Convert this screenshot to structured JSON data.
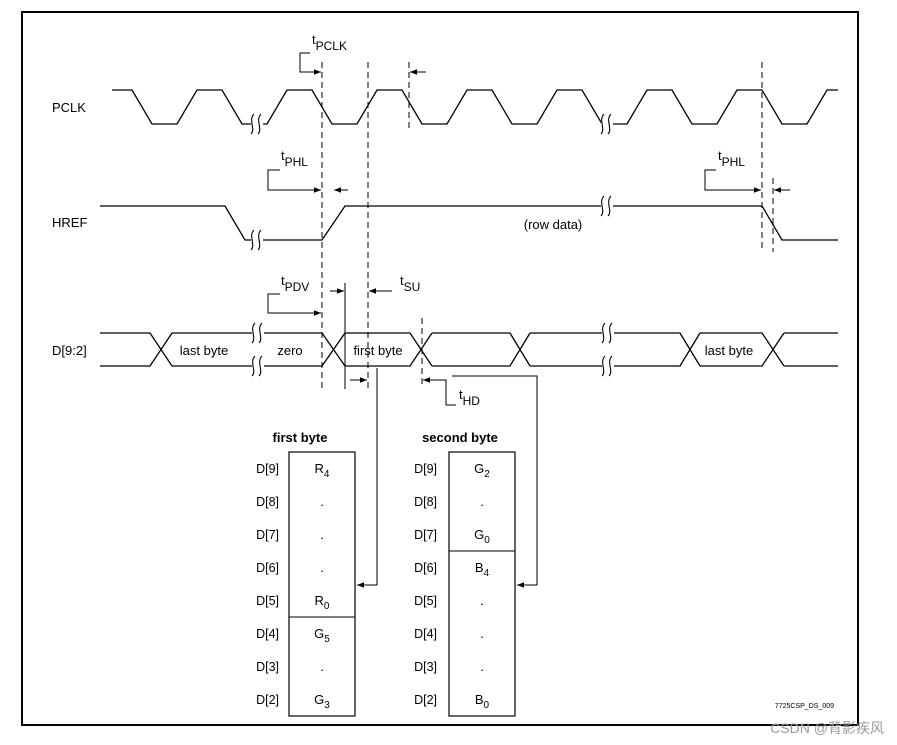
{
  "signals": {
    "pclk": "PCLK",
    "href": "HREF",
    "data_bus": "D[9:2]"
  },
  "timing_labels": {
    "t_pclk": {
      "t": "t",
      "sub": "PCLK"
    },
    "t_phl_start": {
      "t": "t",
      "sub": "PHL"
    },
    "t_phl_end": {
      "t": "t",
      "sub": "PHL"
    },
    "t_pdv": {
      "t": "t",
      "sub": "PDV"
    },
    "t_su": {
      "t": "t",
      "sub": "SU"
    },
    "t_hd": {
      "t": "t",
      "sub": "HD"
    }
  },
  "href_note": "(row data)",
  "bus_cells": {
    "last_byte_start": "last byte",
    "zero": "zero",
    "first_byte": "first byte",
    "last_byte_end": "last byte"
  },
  "first_byte_table": {
    "title": "first byte",
    "rows": [
      {
        "pin": "D[9]",
        "base": "R",
        "sub": "4"
      },
      {
        "pin": "D[8]",
        "base": ".",
        "sub": ""
      },
      {
        "pin": "D[7]",
        "base": ".",
        "sub": ""
      },
      {
        "pin": "D[6]",
        "base": ".",
        "sub": ""
      },
      {
        "pin": "D[5]",
        "base": "R",
        "sub": "0"
      },
      {
        "pin": "D[4]",
        "base": "G",
        "sub": "5"
      },
      {
        "pin": "D[3]",
        "base": ".",
        "sub": ""
      },
      {
        "pin": "D[2]",
        "base": "G",
        "sub": "3"
      }
    ]
  },
  "second_byte_table": {
    "title": "second byte",
    "rows": [
      {
        "pin": "D[9]",
        "base": "G",
        "sub": "2"
      },
      {
        "pin": "D[8]",
        "base": ".",
        "sub": ""
      },
      {
        "pin": "D[7]",
        "base": "G",
        "sub": "0"
      },
      {
        "pin": "D[6]",
        "base": "B",
        "sub": "4"
      },
      {
        "pin": "D[5]",
        "base": ".",
        "sub": ""
      },
      {
        "pin": "D[4]",
        "base": ".",
        "sub": ""
      },
      {
        "pin": "D[3]",
        "base": ".",
        "sub": ""
      },
      {
        "pin": "D[2]",
        "base": "B",
        "sub": "0"
      }
    ]
  },
  "figure_code": "7725CSP_DS_009",
  "watermark": "CSDN @背影疾风"
}
